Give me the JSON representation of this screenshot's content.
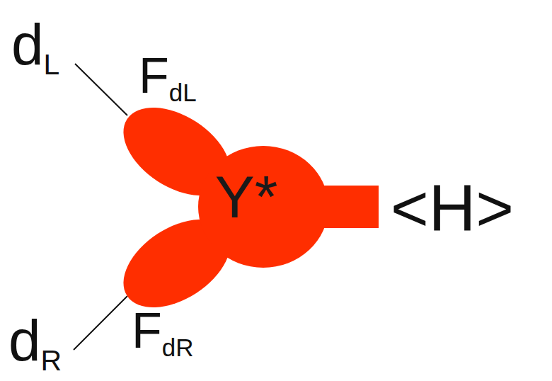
{
  "diagram": {
    "nodes": [
      {
        "text": [
          "Y*"
        ]
      }
    ],
    "labels": [
      "dL",
      "FdL",
      "<H>",
      "dR",
      "FdR"
    ]
  }
}
